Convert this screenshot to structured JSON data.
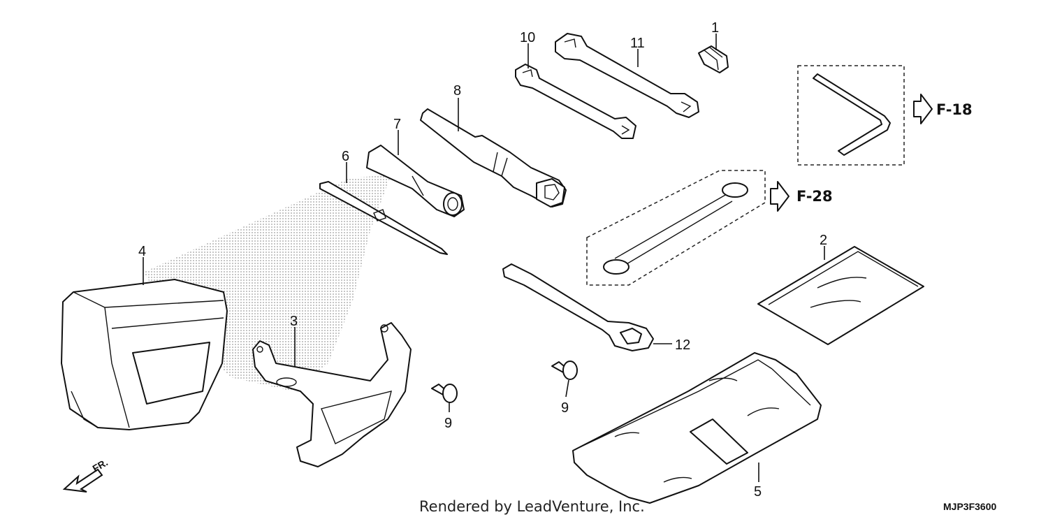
{
  "callouts": {
    "c1": "1",
    "c2": "2",
    "c3": "3",
    "c4": "4",
    "c5": "5",
    "c6": "6",
    "c7": "7",
    "c8": "8",
    "c9a": "9",
    "c9b": "9",
    "c10": "10",
    "c11": "11",
    "c12": "12"
  },
  "references": {
    "f18": "F-18",
    "f28": "F-28"
  },
  "front_label": "FR.",
  "credit": "Rendered by LeadVenture, Inc.",
  "diagram_code": "MJP3F3600",
  "colors": {
    "line": "#111111",
    "shade": "#9a9a9a",
    "background": "#ffffff"
  }
}
